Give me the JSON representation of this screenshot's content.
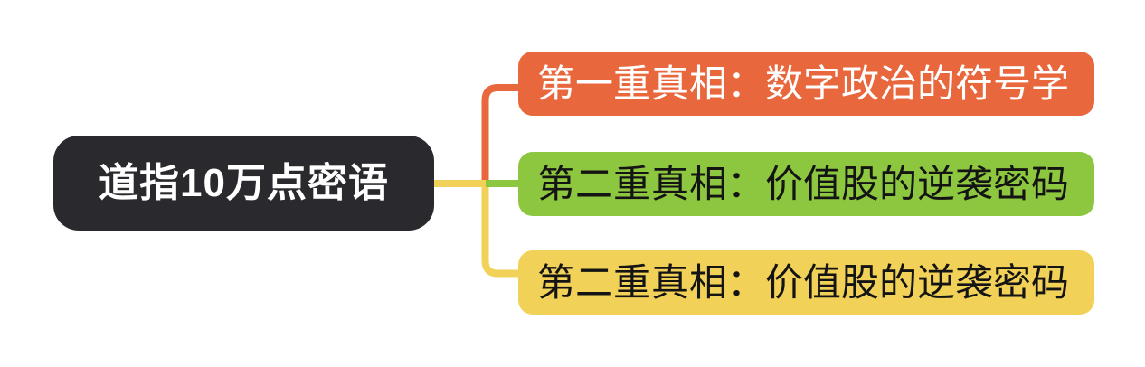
{
  "diagram": {
    "type": "mindmap",
    "root": {
      "label": "道指10万点密语"
    },
    "branches": [
      {
        "label": "第一重真相：数字政治的符号学"
      },
      {
        "label": "第二重真相：价值股的逆袭密码"
      },
      {
        "label": "第二重真相：价值股的逆袭密码"
      }
    ]
  },
  "colors": {
    "canvas_bg": "#FFFFFF",
    "root_bg": "#2A2A2E",
    "root_text": "#FFFFFF",
    "branch1_bg": "#E9673C",
    "branch1_text": "#FFFFFF",
    "branch2_bg": "#8DC63F",
    "branch2_text": "#141414",
    "branch3_bg": "#F2D159",
    "branch3_text": "#141414",
    "link1": "#E9673C",
    "link2": "#8DC63F",
    "link3": "#F2D159"
  }
}
